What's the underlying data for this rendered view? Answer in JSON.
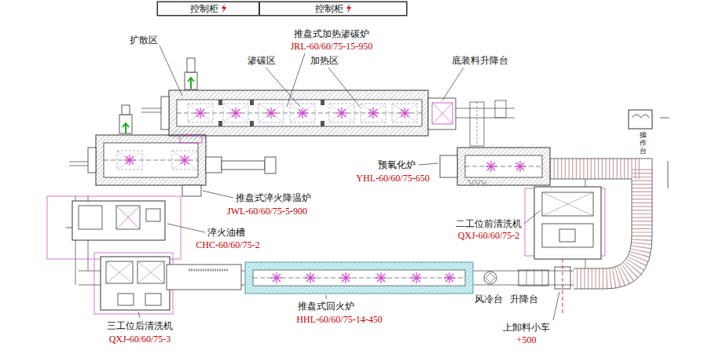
{
  "diagram": {
    "nodes": [
      {
        "text": [
          "控制柜"
        ]
      },
      {
        "text": [
          "控制柜"
        ]
      }
    ],
    "labels": [
      "推盘式加热渗碳炉",
      "JRL-60/60/75-15-950",
      "扩散区",
      "渗碳区",
      "加热区",
      "底装料升降台",
      "预氧化炉",
      "YHL-60/60/75-650",
      "推盘式淬火降温炉",
      "JWL-60/60/75-5-900",
      "淬火油槽",
      "CHC-60/60/75-2",
      "二工位前清洗机",
      "QXJ-60/60/75-2",
      "推盘式回火炉",
      "HHL-60/60/75-14-450",
      "风冷台",
      "升降台",
      "上卸料小车",
      "+500",
      "三工位后清洗机",
      "QXJ-60/60/75-3",
      "操作台"
    ]
  }
}
